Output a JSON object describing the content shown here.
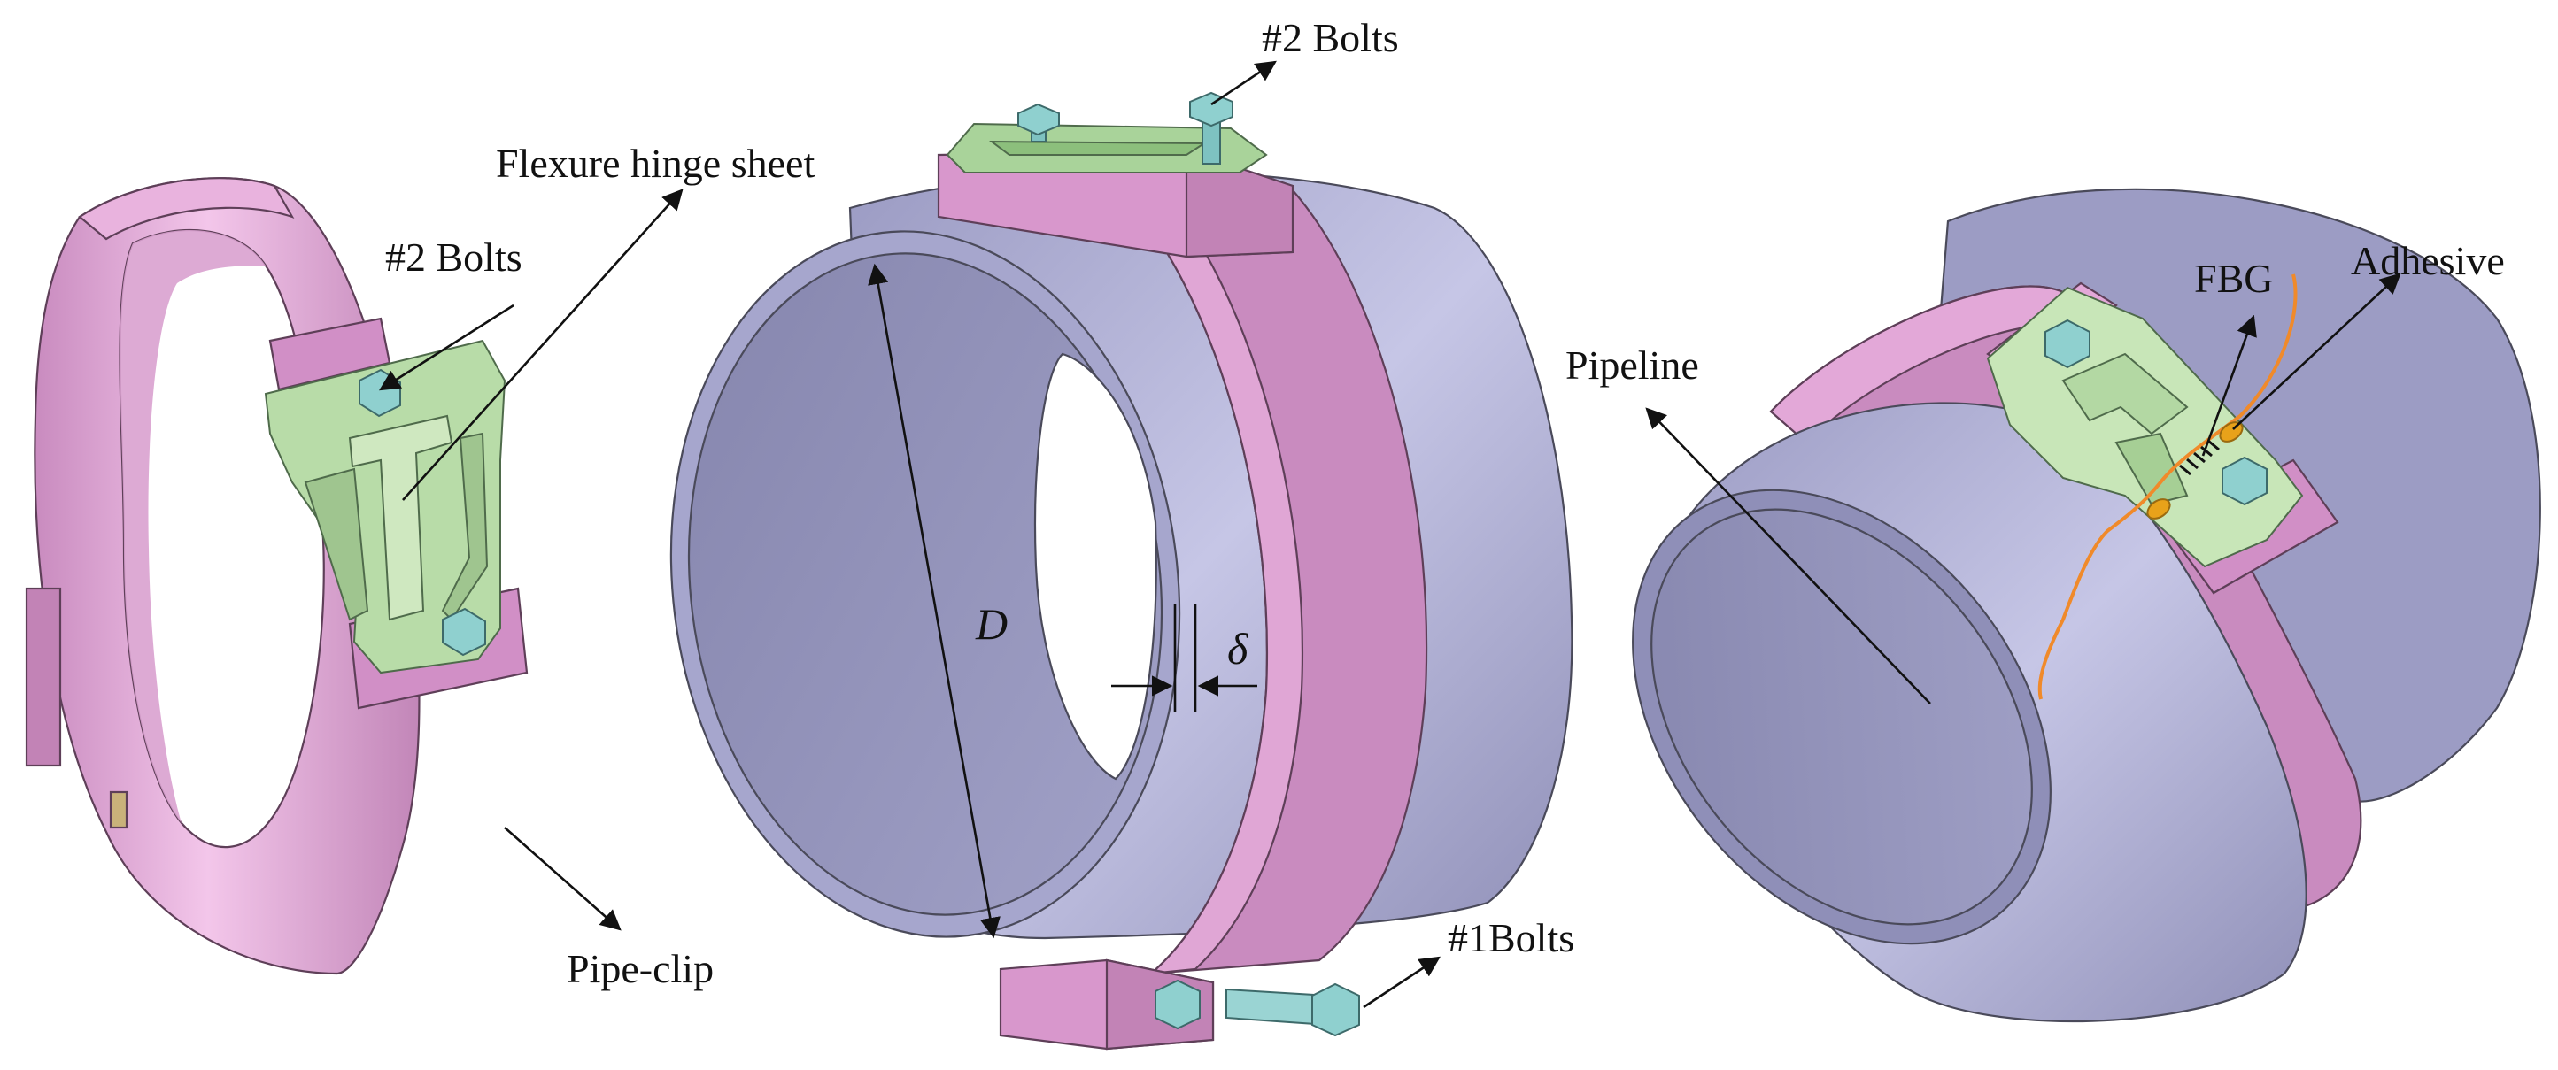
{
  "labels": {
    "flexure_hinge_sheet": "Flexure hinge sheet",
    "bolts2_left": "#2 Bolts",
    "bolts2_top": "#2 Bolts",
    "pipe_clip": "Pipe-clip",
    "bolts1": "#1Bolts",
    "diameter": "D",
    "thickness": "δ",
    "pipeline": "Pipeline",
    "fbg": "FBG",
    "adhesive": "Adhesive"
  },
  "colors": {
    "pipe_clip": "#d99ccf",
    "pipe_clip_dark": "#b97fae",
    "pipe_clip_light": "#f2c8e8",
    "pipeline": "#a8a8cc",
    "pipeline_dark": "#8c8cb0",
    "pipeline_light": "#c4c4e2",
    "hinge_sheet": "#b8dca8",
    "bolt": "#8fd0cf",
    "fiber": "#f08a2a",
    "adhesive": "#e8a21a"
  }
}
